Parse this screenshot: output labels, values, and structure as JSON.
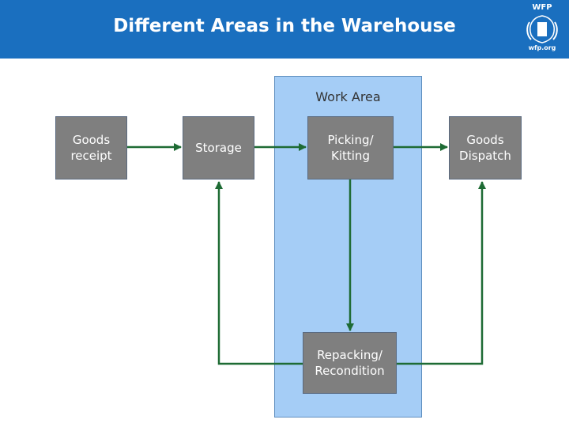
{
  "header": {
    "title": "Different Areas in the Warehouse"
  },
  "logo": {
    "top_text": "WFP",
    "bottom_text": "wfp.org"
  },
  "work_area": {
    "label": "Work Area"
  },
  "boxes": {
    "goods_receipt": "Goods\nreceipt",
    "storage": "Storage",
    "picking": "Picking/\nKitting",
    "dispatch": "Goods\nDispatch",
    "repacking": "Repacking/\nRecondition"
  },
  "colors": {
    "header": "#1a6fbf",
    "work_area": "#a5cdf6",
    "box": "#7f7f7f",
    "arrow": "#1e6b34"
  }
}
